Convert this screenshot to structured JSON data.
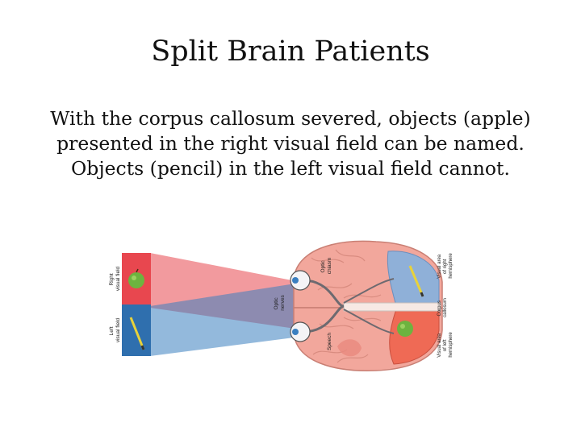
{
  "slide": {
    "title": "Split Brain Patients",
    "body_lines": [
      "With the corpus callosum severed, objects (apple)",
      "presented in the right visual field can be named.",
      "Objects (pencil) in the left visual field cannot."
    ]
  },
  "figure": {
    "labels": {
      "right_visual_field": [
        "Right",
        "visual field"
      ],
      "left_visual_field": [
        "Left",
        "visual field"
      ],
      "optic_nerves": [
        "Optic",
        "nerves"
      ],
      "optic_chiasm": [
        "Optic",
        "chiasm"
      ],
      "speech": "Speech",
      "visual_area_right": [
        "Visual area",
        "of right",
        "hemisphere"
      ],
      "corpus_callosum": [
        "Corpus",
        "callosum"
      ],
      "visual_area_left": [
        "Visual area",
        "of left",
        "hemisphere"
      ]
    },
    "colors": {
      "red_field": "#e8474f",
      "blue_field": "#3a7fc0",
      "brain_pink": "#f2a79c",
      "brain_blue": "#8fb0d8",
      "brain_red": "#ef6a55",
      "apple": "#6db33f",
      "pencil": "#e8d23a"
    },
    "icons": [
      "apple-icon",
      "pencil-icon",
      "eye-icon",
      "brain-icon"
    ]
  }
}
